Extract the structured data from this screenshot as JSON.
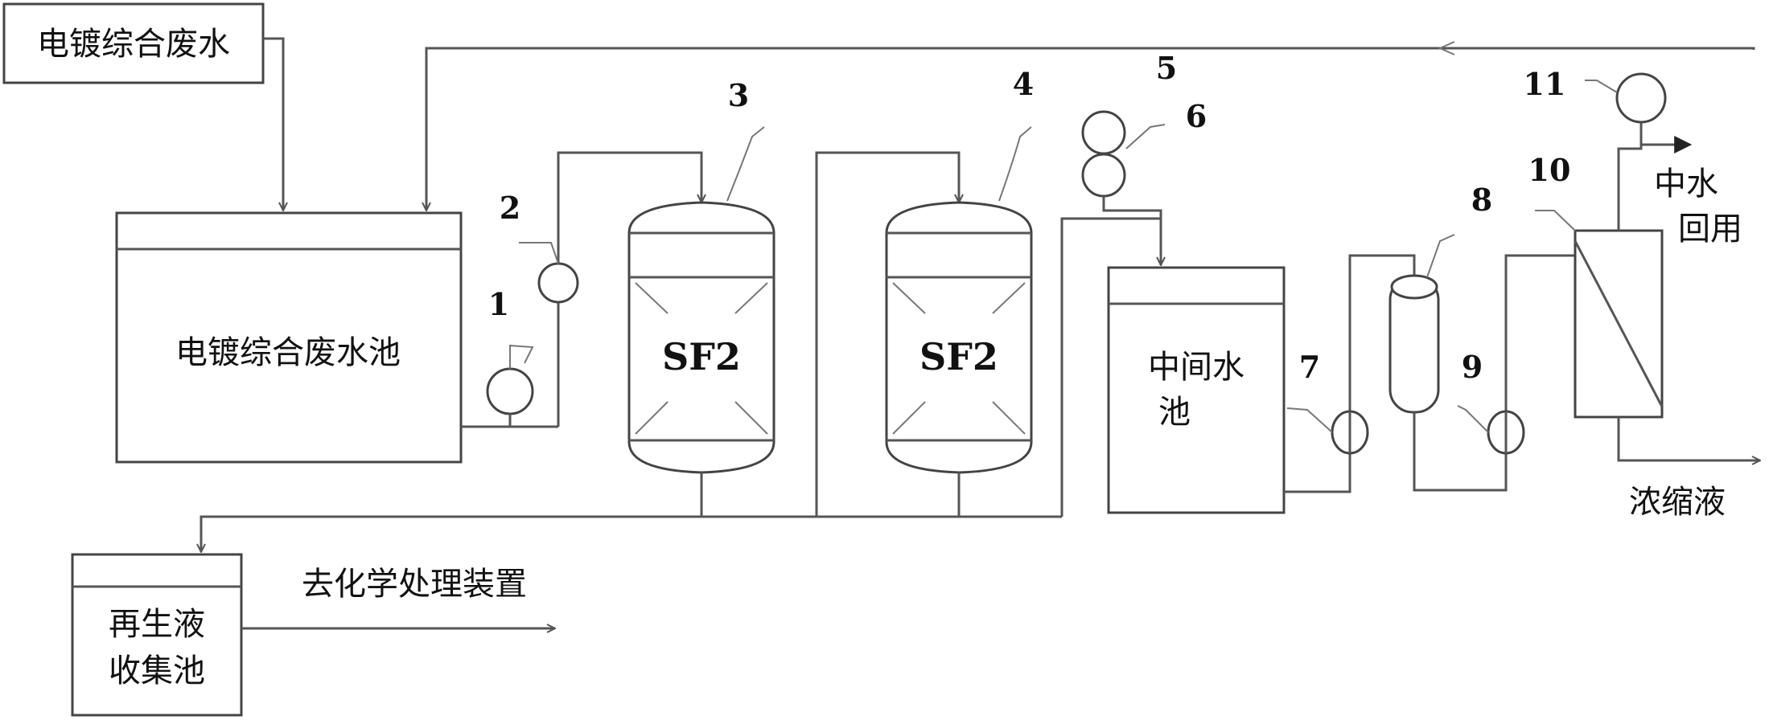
{
  "labels": {
    "source": "电镀综合废水",
    "tank_main": "电镀综合废水池",
    "regen_tank_line1": "再生液",
    "regen_tank_line2": "收集池",
    "to_chemical": "去化学处理装置",
    "mid_tank_line1": "中间水",
    "mid_tank_line2": "池",
    "reuse_line1": "中水",
    "reuse_line2": "回用",
    "concentrate": "浓缩液",
    "resin_a": "SF2",
    "resin_b": "SF2"
  },
  "numbers": {
    "n1": "1",
    "n2": "2",
    "n3": "3",
    "n4": "4",
    "n5": "5",
    "n6": "6",
    "n7": "7",
    "n8": "8",
    "n9": "9",
    "n10": "10",
    "n11": "11"
  },
  "colors": {
    "line": "#555555",
    "text": "#111111",
    "background": "#ffffff"
  }
}
